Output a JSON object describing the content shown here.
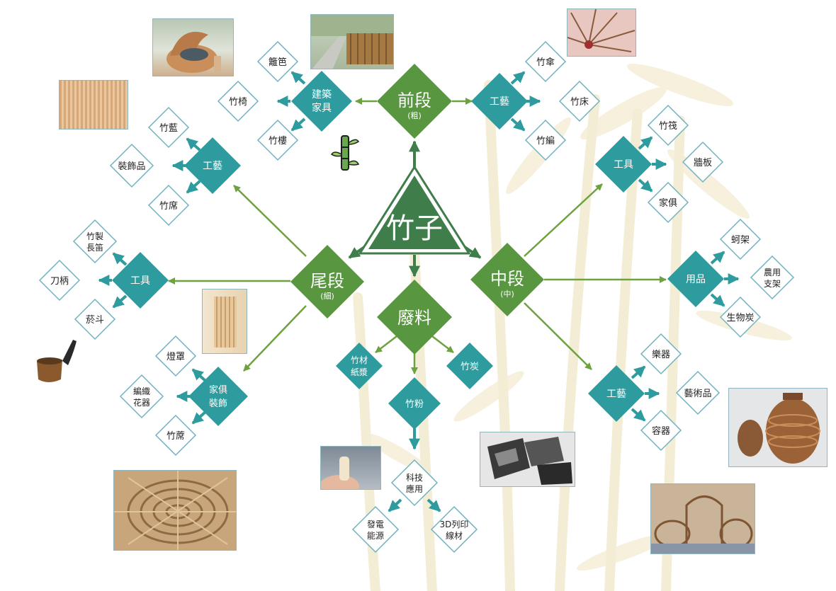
{
  "center": {
    "label": "竹子"
  },
  "colors": {
    "green": "#58963f",
    "darkGreen": "#3f7d4a",
    "teal": "#2e9c9e",
    "outline": "#6fb3c0",
    "arrowGreen": "#6da23f"
  },
  "main": {
    "front": {
      "label": "前段",
      "sub": "(粗)"
    },
    "middle": {
      "label": "中段",
      "sub": "(中)"
    },
    "tail": {
      "label": "尾段",
      "sub": "(細)"
    },
    "waste": {
      "label": "廢料"
    }
  },
  "front": {
    "architecture": {
      "line1": "建築",
      "line2": "家具",
      "items": [
        "籬笆",
        "竹椅",
        "竹樓"
      ]
    },
    "craft": {
      "label": "工藝",
      "items": [
        "竹傘",
        "竹床",
        "竹編"
      ]
    }
  },
  "middle": {
    "tools": {
      "label": "工具",
      "items": [
        "竹筏",
        "牆板",
        "家俱"
      ]
    },
    "supplies": {
      "label": "用品",
      "items": [
        "蚵架",
        "農用\n支架",
        "生物炭"
      ]
    },
    "craft": {
      "label": "工藝",
      "items": [
        "樂器",
        "藝術品",
        "容器"
      ]
    }
  },
  "tail": {
    "craft": {
      "label": "工藝",
      "items": [
        "竹藍",
        "裝飾品",
        "竹席"
      ]
    },
    "tools": {
      "label": "工具",
      "items": [
        "竹製\n長笛",
        "刀柄",
        "菸斗"
      ]
    },
    "furniture": {
      "line1": "家俱",
      "line2": "裝飾",
      "items": [
        "燈罩",
        "編織\n花器",
        "竹蓆"
      ]
    }
  },
  "waste": {
    "paper": {
      "line1": "竹材",
      "line2": "紙漿"
    },
    "charcoal": {
      "label": "竹炭"
    },
    "powder": {
      "label": "竹粉"
    },
    "tech": {
      "line1": "科技",
      "line2": "應用"
    },
    "energy": {
      "line1": "發電",
      "line2": "能源"
    },
    "print": {
      "line1": "3D列印",
      "line2": "線材"
    }
  },
  "icons": [
    "bamboo-icon",
    "pipe-icon"
  ]
}
